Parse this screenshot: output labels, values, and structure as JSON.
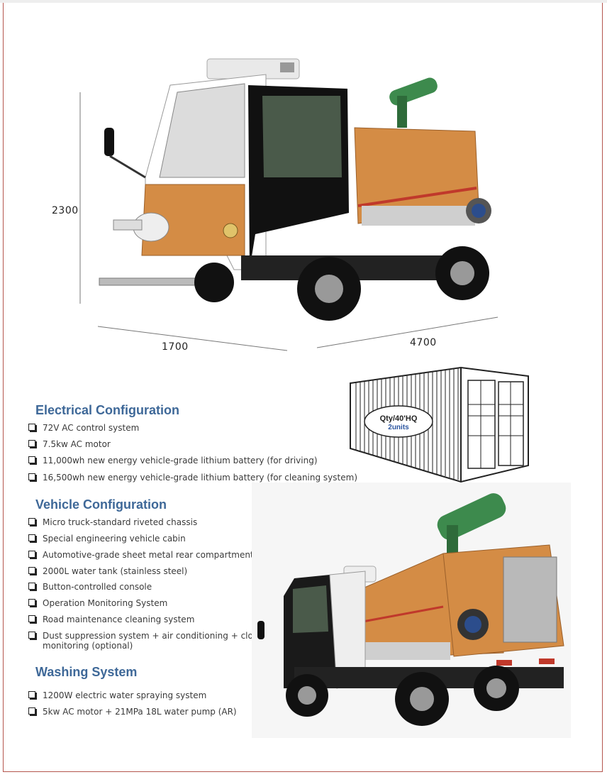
{
  "dimensions": {
    "height": "2300",
    "width": "1700",
    "length": "4700"
  },
  "container": {
    "qty_label": "Qty/40'HQ",
    "qty_value": "2units"
  },
  "sections": [
    {
      "title": "Electrical Configuration",
      "items": [
        "72V AC control system",
        "7.5kw AC motor",
        "11,000wh new energy vehicle-grade lithium battery (for driving)",
        "16,500wh new energy vehicle-grade lithium battery (for cleaning system)"
      ]
    },
    {
      "title": "Vehicle Configuration",
      "items": [
        "Micro truck-standard riveted chassis",
        "Special engineering vehicle cabin",
        "Automotive-grade sheet metal rear compartment",
        "2000L water tank (stainless steel)",
        "Button-controlled console",
        "Operation Monitoring System",
        "Road maintenance cleaning system",
        "Dust suppression system + air conditioning + cloud",
        "monitoring (optional)"
      ]
    },
    {
      "title": "Washing System",
      "items": [
        "1200W electric water spraying system",
        "5kw AC motor + 21MPa 18L water pump (AR)"
      ]
    }
  ],
  "colors": {
    "section_title": "#3e6898",
    "frame": "#b5564e",
    "truck_body": "#d48c45"
  }
}
